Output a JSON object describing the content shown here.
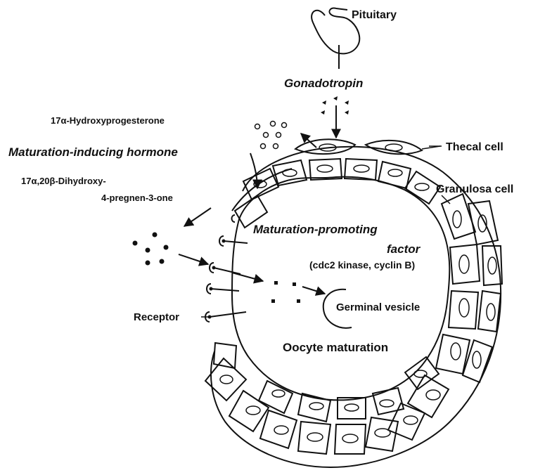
{
  "labels": {
    "pituitary": "Pituitary",
    "gonadotropin": "Gonadotropin",
    "hydroxyprogesterone": "17α-Hydroxyprogesterone",
    "mih": "Maturation-inducing hormone",
    "dhp_line1": "17α,20β-Dihydroxy-",
    "dhp_line2": "4-pregnen-3-one",
    "thecal_cell": "Thecal cell",
    "granulosa_cell": "Granulosa cell",
    "mpf_line1": "Maturation-promoting",
    "mpf_line2": "factor",
    "mpf_detail": "(cdc2 kinase, cyclin B)",
    "germinal_vesicle": "Germinal vesicle",
    "receptor": "Receptor",
    "oocyte_maturation": "Oocyte maturation"
  },
  "colors": {
    "ink": "#111111",
    "background": "#ffffff"
  }
}
